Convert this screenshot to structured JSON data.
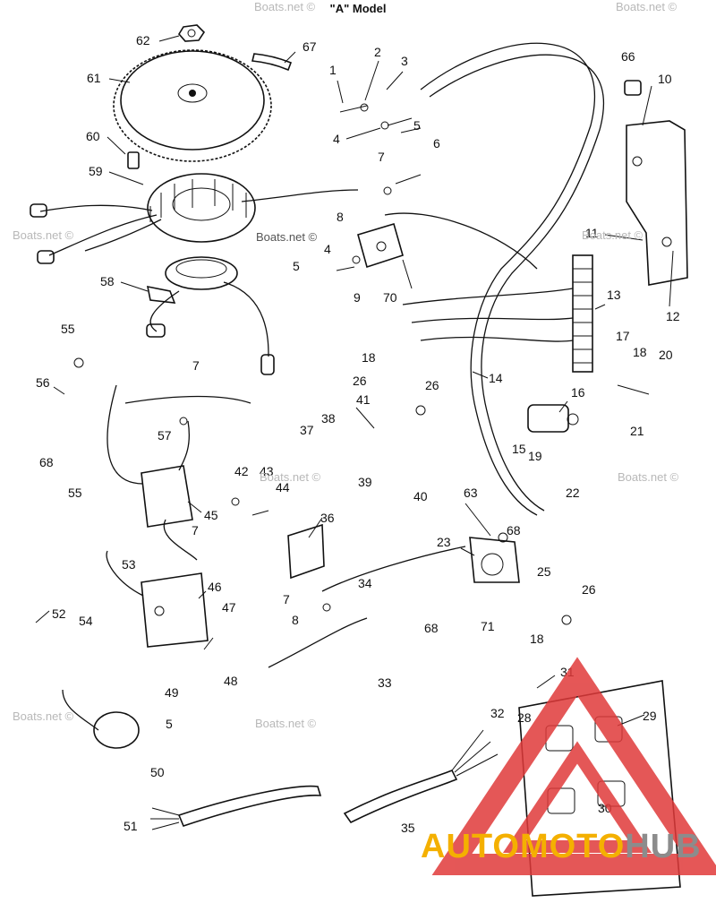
{
  "title": "\"A\" Model",
  "watermark": "Boats.net ©",
  "logo": {
    "part1": "AUTOMOTO",
    "part2": "HUB",
    "triangle_color": "#e03a3a",
    "accent": "#f4b000",
    "grey": "#8c8c8c"
  },
  "callouts": [
    {
      "id": "c1",
      "text": "1"
    },
    {
      "id": "c2",
      "text": "2"
    },
    {
      "id": "c3",
      "text": "3"
    },
    {
      "id": "c4a",
      "text": "4"
    },
    {
      "id": "c5a",
      "text": "5"
    },
    {
      "id": "c6",
      "text": "6"
    },
    {
      "id": "c7a",
      "text": "7"
    },
    {
      "id": "c8a",
      "text": "8"
    },
    {
      "id": "c4b",
      "text": "4"
    },
    {
      "id": "c5b",
      "text": "5"
    },
    {
      "id": "c9",
      "text": "9"
    },
    {
      "id": "c70",
      "text": "70"
    },
    {
      "id": "c10",
      "text": "10"
    },
    {
      "id": "c11",
      "text": "11"
    },
    {
      "id": "c12",
      "text": "12"
    },
    {
      "id": "c13",
      "text": "13"
    },
    {
      "id": "c14",
      "text": "14"
    },
    {
      "id": "c15",
      "text": "15"
    },
    {
      "id": "c16",
      "text": "16"
    },
    {
      "id": "c17",
      "text": "17"
    },
    {
      "id": "c18a",
      "text": "18"
    },
    {
      "id": "c18b",
      "text": "18"
    },
    {
      "id": "c18c",
      "text": "18"
    },
    {
      "id": "c19",
      "text": "19"
    },
    {
      "id": "c20",
      "text": "20"
    },
    {
      "id": "c21",
      "text": "21"
    },
    {
      "id": "c22",
      "text": "22"
    },
    {
      "id": "c23",
      "text": "23"
    },
    {
      "id": "c25",
      "text": "25"
    },
    {
      "id": "c26a",
      "text": "26"
    },
    {
      "id": "c26b",
      "text": "26"
    },
    {
      "id": "c26c",
      "text": "26"
    },
    {
      "id": "c28",
      "text": "28"
    },
    {
      "id": "c29",
      "text": "29"
    },
    {
      "id": "c30",
      "text": "30"
    },
    {
      "id": "c31",
      "text": "31"
    },
    {
      "id": "c32",
      "text": "32"
    },
    {
      "id": "c33",
      "text": "33"
    },
    {
      "id": "c34",
      "text": "34"
    },
    {
      "id": "c35",
      "text": "35"
    },
    {
      "id": "c36",
      "text": "36"
    },
    {
      "id": "c37",
      "text": "37"
    },
    {
      "id": "c38",
      "text": "38"
    },
    {
      "id": "c39",
      "text": "39"
    },
    {
      "id": "c40",
      "text": "40"
    },
    {
      "id": "c41",
      "text": "41"
    },
    {
      "id": "c42",
      "text": "42"
    },
    {
      "id": "c43",
      "text": "43"
    },
    {
      "id": "c44",
      "text": "44"
    },
    {
      "id": "c45",
      "text": "45"
    },
    {
      "id": "c46",
      "text": "46"
    },
    {
      "id": "c47",
      "text": "47"
    },
    {
      "id": "c48",
      "text": "48"
    },
    {
      "id": "c49",
      "text": "49"
    },
    {
      "id": "c5c",
      "text": "5"
    },
    {
      "id": "c50",
      "text": "50"
    },
    {
      "id": "c51",
      "text": "51"
    },
    {
      "id": "c52",
      "text": "52"
    },
    {
      "id": "c53",
      "text": "53"
    },
    {
      "id": "c54",
      "text": "54"
    },
    {
      "id": "c55a",
      "text": "55"
    },
    {
      "id": "c55b",
      "text": "55"
    },
    {
      "id": "c56",
      "text": "56"
    },
    {
      "id": "c57",
      "text": "57"
    },
    {
      "id": "c58",
      "text": "58"
    },
    {
      "id": "c59",
      "text": "59"
    },
    {
      "id": "c60",
      "text": "60"
    },
    {
      "id": "c61",
      "text": "61"
    },
    {
      "id": "c62",
      "text": "62"
    },
    {
      "id": "c63",
      "text": "63"
    },
    {
      "id": "c66",
      "text": "66"
    },
    {
      "id": "c67",
      "text": "67"
    },
    {
      "id": "c68a",
      "text": "68"
    },
    {
      "id": "c68b",
      "text": "68"
    },
    {
      "id": "c68c",
      "text": "68"
    },
    {
      "id": "c7b",
      "text": "7"
    },
    {
      "id": "c7c",
      "text": "7"
    },
    {
      "id": "c7d",
      "text": "7"
    },
    {
      "id": "c8b",
      "text": "8"
    },
    {
      "id": "c71",
      "text": "71"
    }
  ]
}
